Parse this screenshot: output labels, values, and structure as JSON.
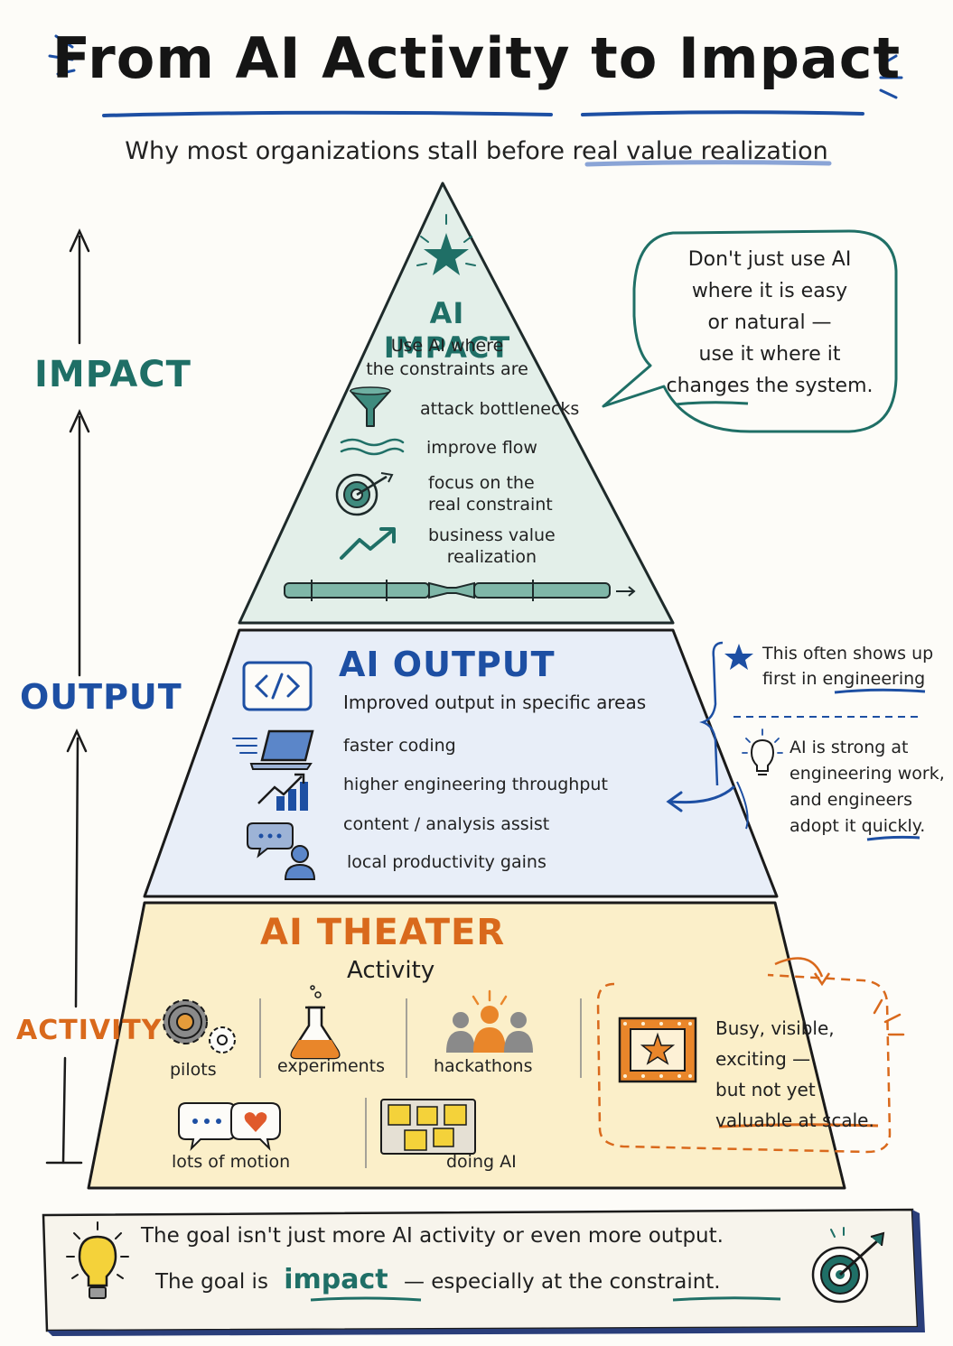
{
  "header": {
    "title": "From AI Activity to Impact",
    "subtitle": "Why most organizations stall before real value realization"
  },
  "axis": {
    "impact": "IMPACT",
    "output": "OUTPUT",
    "activity": "ACTIVITY"
  },
  "colors": {
    "impact": "#1f6f66",
    "output": "#1d4fa3",
    "activity": "#d9691c",
    "impact_fill": "#e3efe9",
    "output_fill": "#e8eef8",
    "activity_fill": "#fbefc9"
  },
  "impact_tier": {
    "title": "AI IMPACT",
    "subtitle_line1": "Use AI where",
    "subtitle_line2": "the constraints are",
    "items": [
      {
        "icon": "funnel-icon",
        "line1": "attack bottlenecks",
        "line2": ""
      },
      {
        "icon": "flow-waves-icon",
        "line1": "improve flow",
        "line2": ""
      },
      {
        "icon": "target-icon",
        "line1": "focus on the",
        "line2": "real constraint"
      },
      {
        "icon": "trend-up-icon",
        "line1": "business value",
        "line2": "realization"
      }
    ]
  },
  "impact_callout": {
    "lines": [
      "Don't just use AI",
      "where it is easy",
      "or natural —",
      "use it where it",
      "changes the system."
    ]
  },
  "output_tier": {
    "title": "AI OUTPUT",
    "subtitle": "Improved output in specific areas",
    "items": [
      {
        "icon": "laptop-icon",
        "label": "faster coding"
      },
      {
        "icon": "bar-chart-icon",
        "label": "higher engineering throughput"
      },
      {
        "icon": "chat-bubble-icon",
        "label": "content / analysis assist"
      },
      {
        "icon": "person-icon",
        "label": "local productivity gains"
      }
    ]
  },
  "output_notes": {
    "note1_line1": "This often shows up",
    "note1_line2": "first in engineering",
    "note2_lines": [
      "AI is strong at",
      "engineering work,",
      "and engineers",
      "adopt it quickly."
    ]
  },
  "activity_tier": {
    "title": "AI THEATER",
    "subtitle": "Activity",
    "items": [
      {
        "icon": "gears-icon",
        "label": "pilots"
      },
      {
        "icon": "flask-icon",
        "label": "experiments"
      },
      {
        "icon": "people-group-icon",
        "label": "hackathons"
      },
      {
        "icon": "chat-heart-icon",
        "label": "lots of motion"
      },
      {
        "icon": "sticky-notes-icon",
        "label": "doing AI"
      }
    ]
  },
  "activity_callout": {
    "lines": [
      "Busy, visible,",
      "exciting —",
      "but not yet",
      "valuable at scale."
    ]
  },
  "footer": {
    "line1": "The goal isn't just more AI activity or even more output.",
    "line2_a": "The goal is",
    "line2_b": "impact",
    "line2_c": "— especially at the",
    "line2_d": "constraint."
  }
}
